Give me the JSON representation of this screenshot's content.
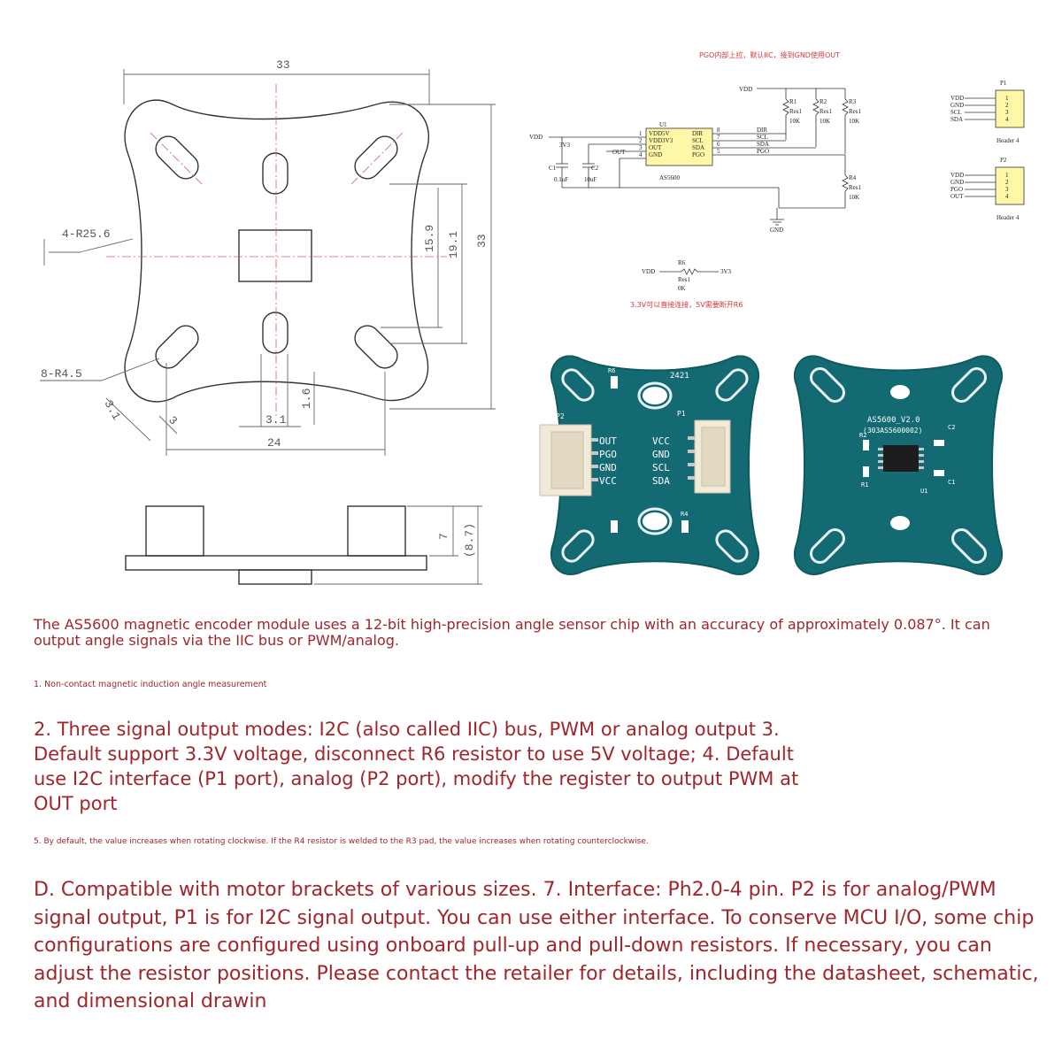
{
  "drawing": {
    "dim_33_top": "33",
    "dim_33_side": "33",
    "dim_19_1": "19.1",
    "dim_15_9": "15.9",
    "dim_4_r25_6": "4-R25.6",
    "dim_8_r4_5": "8-R4.5",
    "dim_3_1_slot": "3.1",
    "dim_3": "3",
    "dim_3_1_mid": "3.1",
    "dim_1_6": "1.6",
    "dim_24": "24",
    "dim_7": "7",
    "dim_8_7": "(8.7)"
  },
  "schematic": {
    "note_top": "PGO内部上拉，默认IIC，接到GND使用OUT",
    "vdd": "VDD",
    "v3": "3V3",
    "out": "OUT",
    "u1": "U1",
    "chip_name": "AS5600",
    "pins_left": [
      "VDD5V",
      "VDD3V3",
      "OUT",
      "GND"
    ],
    "pins_left_num": [
      "1",
      "2",
      "3",
      "4"
    ],
    "pins_right": [
      "DIR",
      "SCL",
      "SDA",
      "PGO"
    ],
    "pins_right_num": [
      "8",
      "7",
      "6",
      "5"
    ],
    "nets_right": [
      "DIR",
      "SCL",
      "SDA",
      "PGO"
    ],
    "c1": "C1",
    "c1_val": "0.1uF",
    "c2": "C2",
    "c2_val": "10uF",
    "r1": "R1",
    "r2": "R2",
    "r3": "R3",
    "r4": "R4",
    "res": "Res1",
    "r_val": "10K",
    "gnd": "GND",
    "p1": "P1",
    "p1_pins": [
      "VDD",
      "GND",
      "SCL",
      "SDA"
    ],
    "p2": "P2",
    "p2_pins": [
      "VDD",
      "GND",
      "PGO",
      "OUT"
    ],
    "pin_nums": [
      "1",
      "2",
      "3",
      "4"
    ],
    "header": "Header 4",
    "r6": "R6",
    "r6_val": "0K",
    "v3v3": "3V3",
    "note_bottom": "3.3V可以直接连接，5V需要断开R6"
  },
  "pcb": {
    "front_p2": "P2",
    "front_p1": "P1",
    "front_r6": "R6",
    "front_r4": "R4",
    "front_code": "2421",
    "labels_left": [
      "OUT",
      "PGO",
      "GND",
      "VCC"
    ],
    "labels_right": [
      "VCC",
      "GND",
      "SCL",
      "SDA"
    ],
    "back_title": "AS5600_V2.0",
    "back_code": "(303AS5600002)",
    "back_r2": "R2",
    "back_r1": "R1",
    "back_c2": "C2",
    "back_c1": "C1",
    "back_u1": "U1",
    "colors": {
      "board": "#146a72",
      "silk": "#ffffff",
      "connector": "#f1ead8"
    }
  },
  "text": {
    "intro": "The AS5600 magnetic encoder module uses a 12-bit high-precision angle sensor chip with an accuracy of approximately 0.087°. It can output angle signals via the IIC bus or PWM/analog.",
    "item1": "1. Non-contact magnetic induction angle measurement",
    "item2": "2. Three signal output modes: I2C (also called IIC) bus, PWM or analog output 3. Default support 3.3V voltage, disconnect R6 resistor to use 5V voltage; 4. Default use I2C interface (P1 port), analog (P2 port), modify the register to output PWM at OUT port",
    "item5": "5. By default, the value increases when rotating clockwise. If the R4 resistor is welded to the R3 pad, the value increases when rotating counterclockwise.",
    "item6": "D. Compatible with motor brackets of various sizes. 7. Interface: Ph2.0-4 pin. P2 is for analog/PWM signal output, P1 is for I2C signal output. You can use either interface. To conserve MCU I/O, some chip configurations are configured using onboard pull-up and pull-down resistors. If necessary, you can adjust the resistor positions. Please contact the retailer for details, including the datasheet, schematic, and dimensional drawin"
  }
}
